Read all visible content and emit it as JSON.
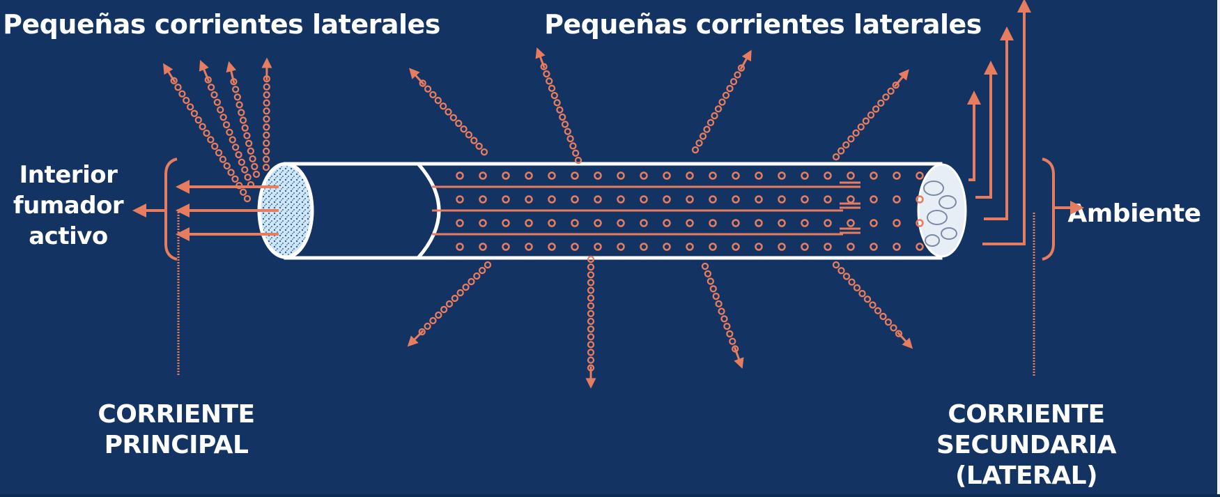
{
  "colors": {
    "background": "#133463",
    "arrow": "#e87c5e",
    "text": "#ffffff",
    "cigarette_outline": "#ffffff"
  },
  "labels": {
    "side_streams_left": "Pequeñas corrientes laterales",
    "side_streams_center": "Pequeñas corrientes laterales",
    "smoker_interior": [
      "Interior",
      "fumador",
      "activo"
    ],
    "environment": "Ambiente",
    "main_stream": [
      "CORRIENTE",
      "PRINCIPAL"
    ],
    "secondary_stream": [
      "CORRIENTE",
      "SECUNDARIA",
      "(LATERAL)"
    ]
  }
}
